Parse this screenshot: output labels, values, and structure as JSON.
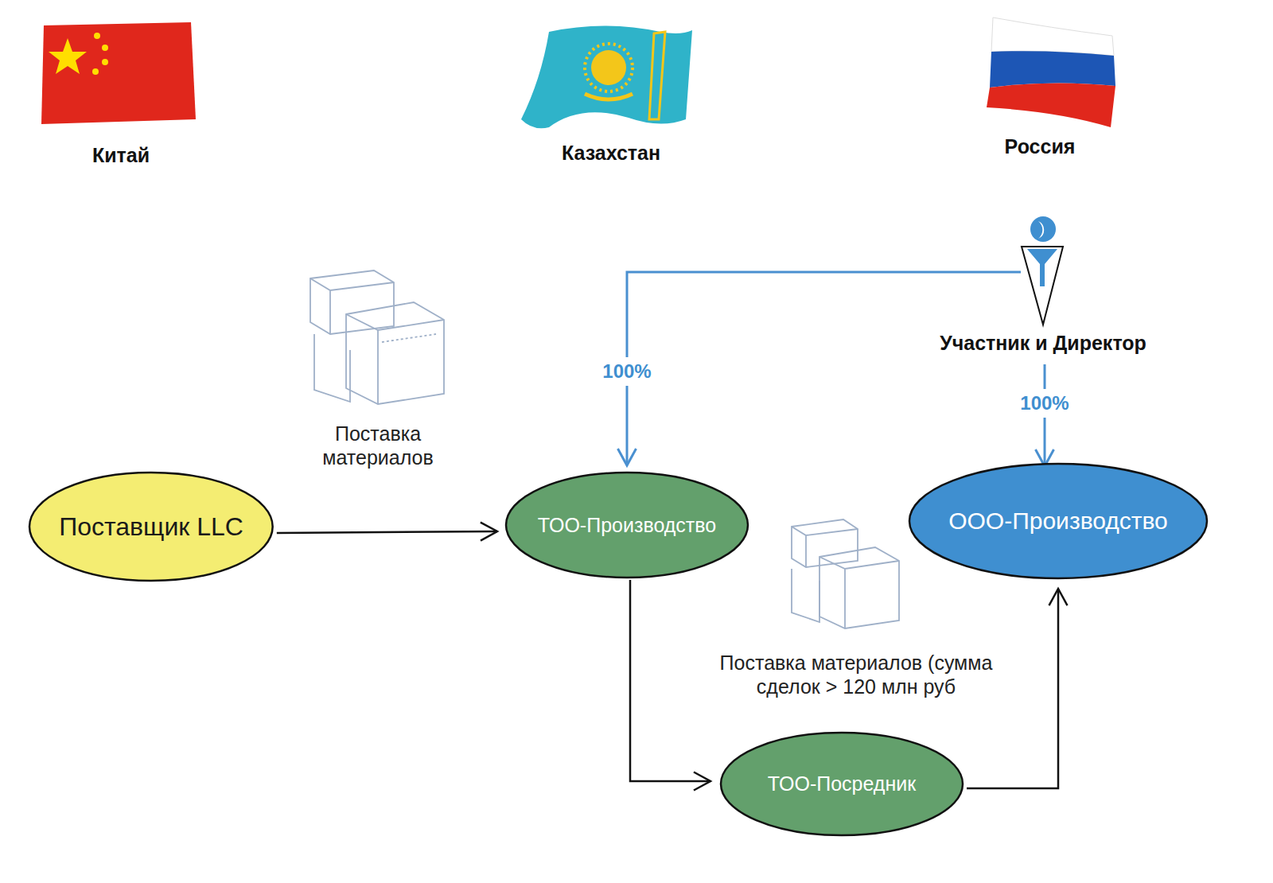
{
  "diagram": {
    "nodes": [
      {
        "text": [
          "Поставщик LLC"
        ]
      },
      {
        "text": [
          "ТОО-Производство"
        ]
      },
      {
        "text": [
          "ООО-Производство"
        ]
      },
      {
        "text": [
          "ТОО-Посредник"
        ]
      },
      {
        "text": [
          "Участник и Директор"
        ]
      }
    ],
    "edges": [
      {
        "from": 0,
        "to": 1,
        "arrow": "to",
        "label": "Поставка материалов"
      },
      {
        "from": 1,
        "to": 3,
        "arrow": "to"
      },
      {
        "from": 3,
        "to": 2,
        "arrow": "to",
        "label": "Поставка материалов (сумма сделок > 120 млн руб"
      },
      {
        "from": 4,
        "to": 1,
        "arrow": "to",
        "label": "100%"
      },
      {
        "from": 4,
        "to": 2,
        "arrow": "to",
        "label": "100%"
      }
    ],
    "labels": [
      "Китай",
      "Казахстан",
      "Россия"
    ]
  }
}
